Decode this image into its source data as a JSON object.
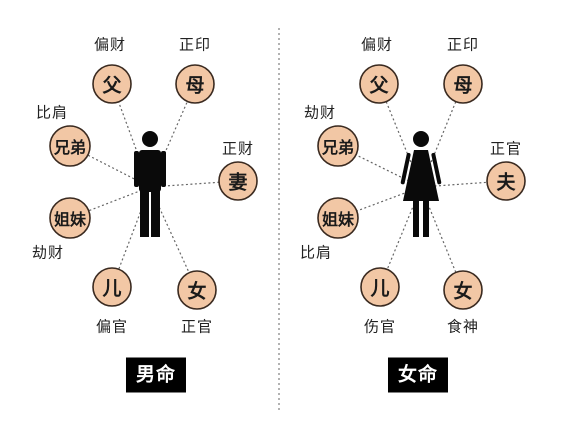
{
  "colors": {
    "node_fill": "#f2c7a5",
    "node_stroke": "#3a2a20",
    "line": "#666666",
    "divider": "#888888",
    "figure": "#0a0a0a",
    "badge_bg": "#000000",
    "badge_text": "#ffffff"
  },
  "panels": [
    {
      "key": "male",
      "title": "男命",
      "figure_icon": "man-figure-icon",
      "nodes": [
        {
          "text": "父",
          "role": "偏财"
        },
        {
          "text": "母",
          "role": "正印"
        },
        {
          "text": "兄弟",
          "role": "比肩"
        },
        {
          "text": "妻",
          "role": "正财"
        },
        {
          "text": "姐妹",
          "role": "劫财"
        },
        {
          "text": "儿",
          "role": "偏官"
        },
        {
          "text": "女",
          "role": "正官"
        }
      ]
    },
    {
      "key": "female",
      "title": "女命",
      "figure_icon": "woman-figure-icon",
      "nodes": [
        {
          "text": "父",
          "role": "偏财"
        },
        {
          "text": "母",
          "role": "正印"
        },
        {
          "text": "兄弟",
          "role": "劫财"
        },
        {
          "text": "夫",
          "role": "正官"
        },
        {
          "text": "姐妹",
          "role": "比肩"
        },
        {
          "text": "儿",
          "role": "伤官"
        },
        {
          "text": "女",
          "role": "食神"
        }
      ]
    }
  ]
}
